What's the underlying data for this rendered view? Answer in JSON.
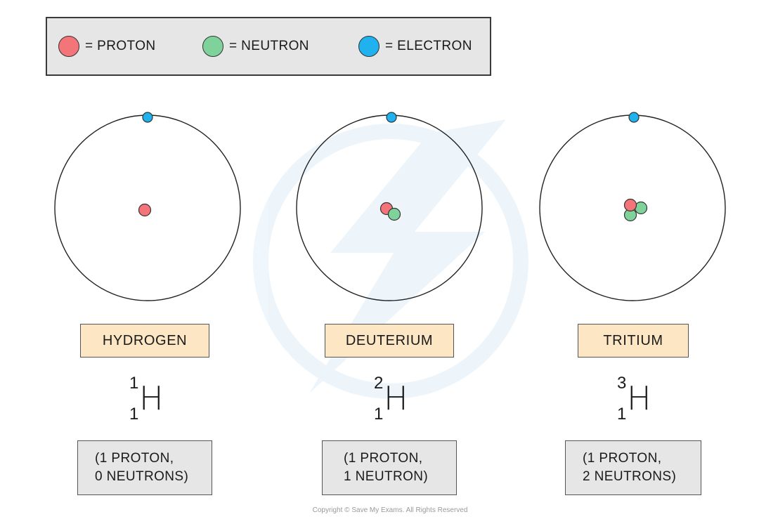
{
  "legend": {
    "proton": {
      "label": "= PROTON",
      "color": "#f37479"
    },
    "neutron": {
      "label": "= NEUTRON",
      "color": "#7fd39a"
    },
    "electron": {
      "label": "= ELECTRON",
      "color": "#1fb2ee"
    }
  },
  "isotopes": [
    {
      "name": "HYDROGEN",
      "mass_number": "1",
      "atomic_number": "1",
      "symbol": "H",
      "line1": "(1 PROTON,",
      "line2": "0 NEUTRONS)",
      "protons": 1,
      "neutrons": 0,
      "electrons": 1
    },
    {
      "name": "DEUTERIUM",
      "mass_number": "2",
      "atomic_number": "1",
      "symbol": "H",
      "line1": "(1 PROTON,",
      "line2": "1 NEUTRON)",
      "protons": 1,
      "neutrons": 1,
      "electrons": 1
    },
    {
      "name": "TRITIUM",
      "mass_number": "3",
      "atomic_number": "1",
      "symbol": "H",
      "line1": "(1 PROTON,",
      "line2": "2 NEUTRONS)",
      "protons": 1,
      "neutrons": 2,
      "electrons": 1
    }
  ],
  "copyright": "Copyright © Save My Exams. All Rights Reserved"
}
